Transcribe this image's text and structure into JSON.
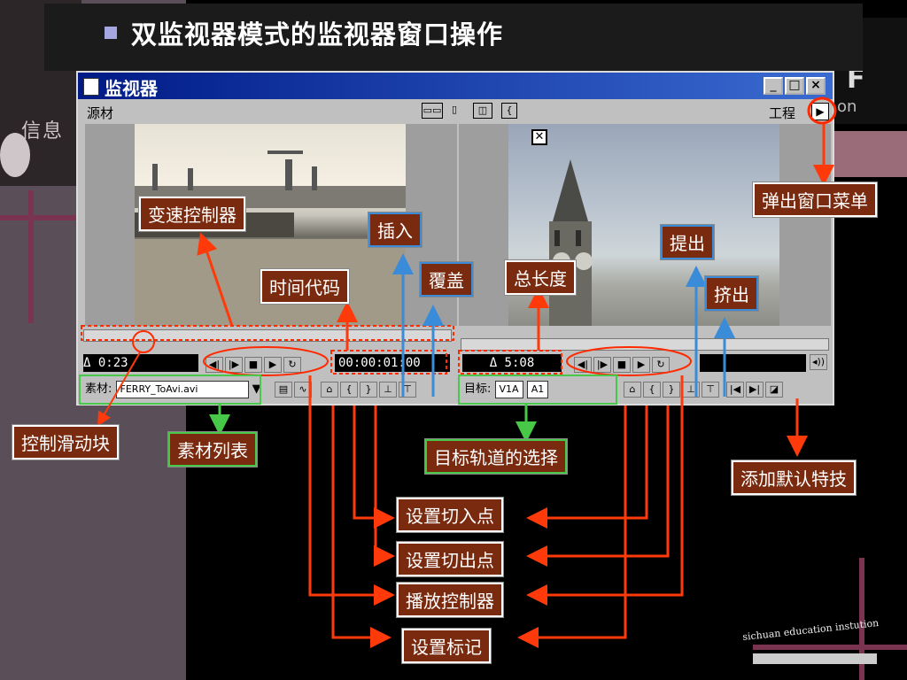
{
  "slide": {
    "title": "双监视器模式的监视器窗口操作",
    "logo_text": "信息",
    "right_letter": "F",
    "right_on": "on",
    "brand": "sichuan education instution"
  },
  "window": {
    "title": "监视器",
    "min_label": "_",
    "max_label": "□",
    "close_label": "×",
    "source_label": "源材",
    "program_label": "工程",
    "menu_arrow": "▶",
    "close_video_label": "✕"
  },
  "source": {
    "duration": "Δ 0:23",
    "timecode": "00:00:01:00",
    "clip_label": "素材:",
    "clip_value": "FERRY_ToAvi.avi"
  },
  "program": {
    "duration": "Δ 5:08",
    "target_label": "目标:",
    "video_track": "V1A",
    "audio_track": "A1"
  },
  "annotations": {
    "speed_controller": "变速控制器",
    "insert": "插入",
    "overlay": "覆盖",
    "timecode": "时间代码",
    "total_length": "总长度",
    "lift": "提出",
    "extract": "挤出",
    "popup_menu": "弹出窗口菜单",
    "slider_handle": "控制滑动块",
    "clip_list": "素材列表",
    "target_track": "目标轨道的选择",
    "default_effect": "添加默认特技",
    "set_in": "设置切入点",
    "set_out": "设置切出点",
    "play_controller": "播放控制器",
    "set_marker": "设置标记"
  },
  "colors": {
    "window_title_gradient_start": "#001a86",
    "annotation_fill": "#7a2a0e",
    "arrow_red": "#ff3a0a",
    "arrow_blue": "#3a8bd8",
    "arrow_green": "#48c848"
  }
}
